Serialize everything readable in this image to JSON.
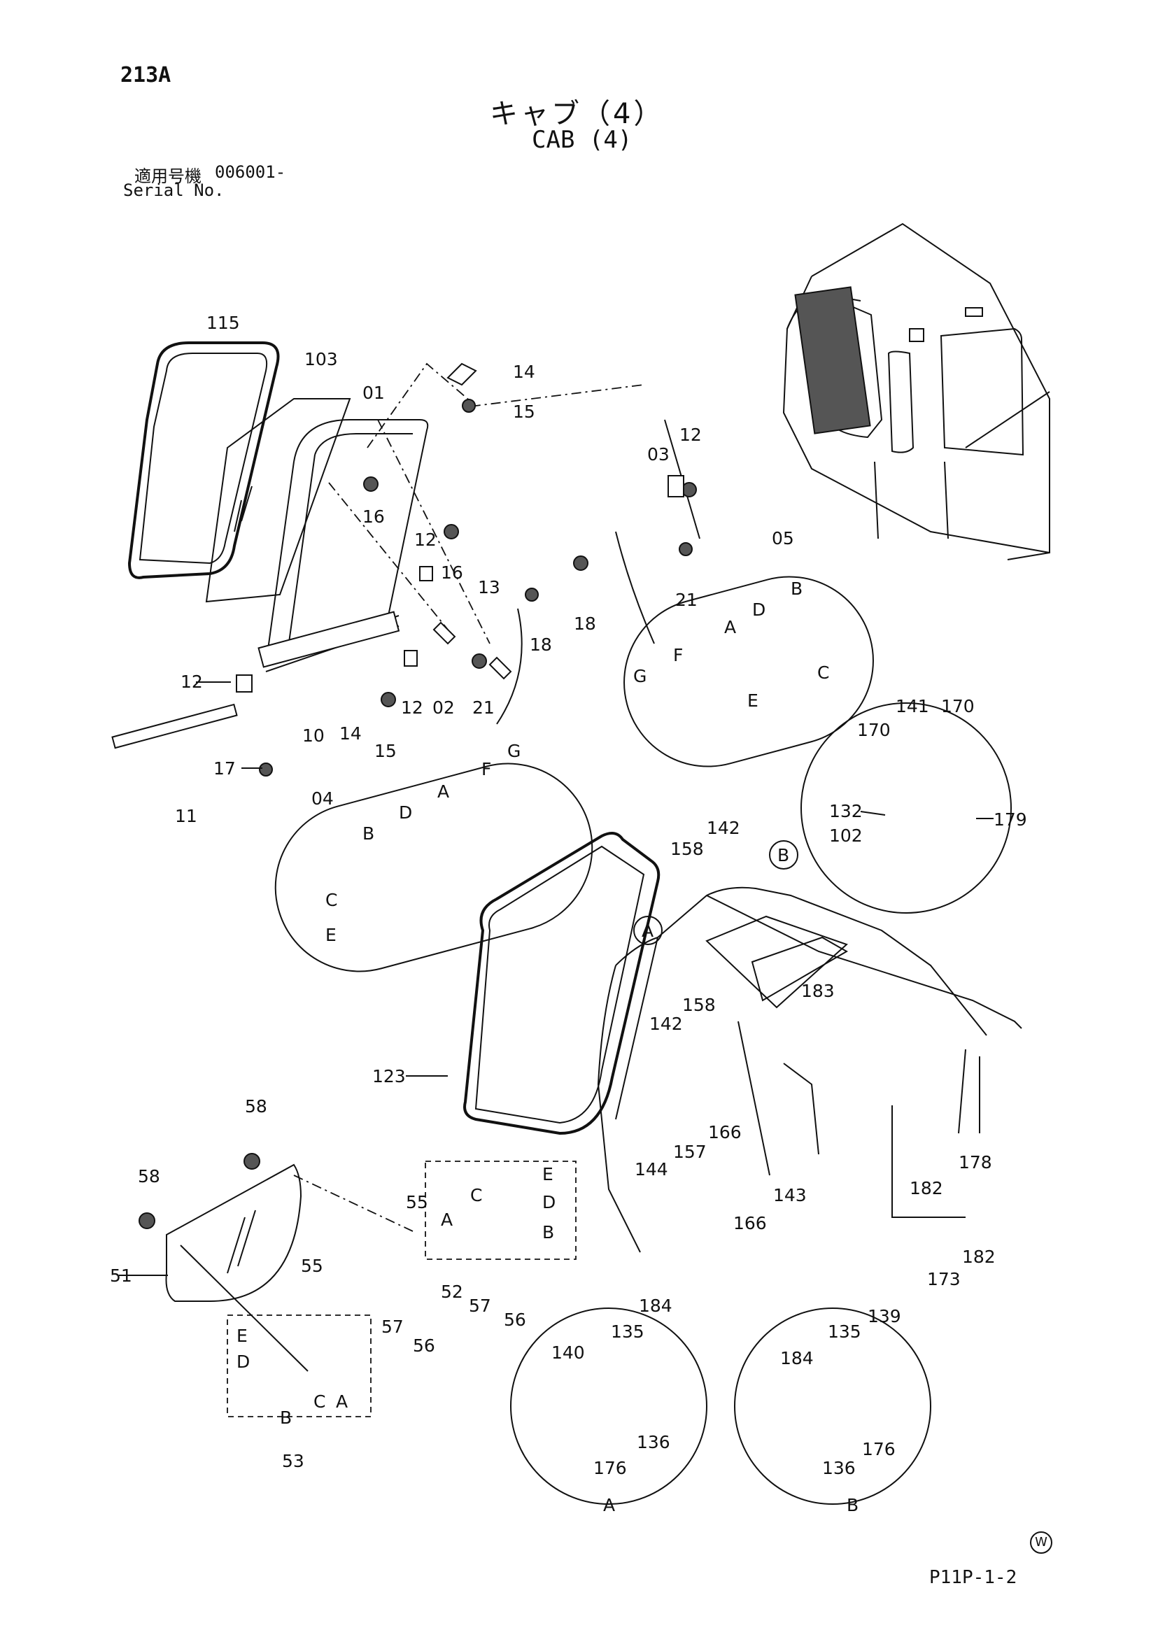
{
  "header": {
    "page_number": "213A",
    "title_jp": "キャブ（4）",
    "title_en": "CAB (4)",
    "serial_label_jp": "適用号機",
    "serial_value": "006001-",
    "serial_label_en": "Serial No."
  },
  "footer": {
    "figure_ref": "P11P-1-2",
    "watermark_symbol": "W"
  },
  "labels": {
    "l115": "115",
    "l103": "103",
    "l01": "01",
    "l14a": "14",
    "l15a": "15",
    "l16a": "16",
    "l16b": "16",
    "l12a": "12",
    "l13": "13",
    "l12b": "12",
    "l12c": "12",
    "l10": "10",
    "l14b": "14",
    "l15b": "15",
    "l02": "02",
    "l21a": "21",
    "l18a": "18",
    "l17": "17",
    "l11": "11",
    "l03": "03",
    "l12d": "12",
    "l18b": "18",
    "l21b": "21",
    "l05": "05",
    "d05_B": "B",
    "d05_D": "D",
    "d05_A": "A",
    "d05_F": "F",
    "d05_G": "G",
    "d05_C": "C",
    "d05_E": "E",
    "l04": "04",
    "d04_B": "B",
    "d04_D": "D",
    "d04_A": "A",
    "d04_F": "F",
    "d04_G": "G",
    "d04_C": "C",
    "d04_E": "E",
    "l141": "141",
    "l170a": "170",
    "l170b": "170",
    "l132": "132",
    "l179": "179",
    "l102": "102",
    "l142a": "142",
    "l158a": "158",
    "cB": "B",
    "cA": "A",
    "l183": "183",
    "l158b": "158",
    "l142b": "142",
    "l123": "123",
    "l166a": "166",
    "l144": "144",
    "l157": "157",
    "l178": "178",
    "l182a": "182",
    "l143": "143",
    "l166b": "166",
    "l173": "173",
    "l182b": "182",
    "l58a": "58",
    "l58b": "58",
    "l51": "51",
    "l55a": "55",
    "l55b": "55",
    "b52_E": "E",
    "b52_C": "C",
    "b52_D": "D",
    "b52_A": "A",
    "b52_B": "B",
    "l52": "52",
    "l57a": "57",
    "l56a": "56",
    "b53_E": "E",
    "b53_D": "D",
    "b53_C": "C",
    "b53_A": "A",
    "b53_B": "B",
    "l53": "53",
    "l57b": "57",
    "l56b": "56",
    "dA_140": "140",
    "dA_135": "135",
    "dA_184": "184",
    "dA_136": "136",
    "dA_176": "176",
    "dA_title": "A",
    "dB_139": "139",
    "dB_135": "135",
    "dB_184": "184",
    "dB_136": "136",
    "dB_176": "176",
    "dB_title": "B"
  }
}
